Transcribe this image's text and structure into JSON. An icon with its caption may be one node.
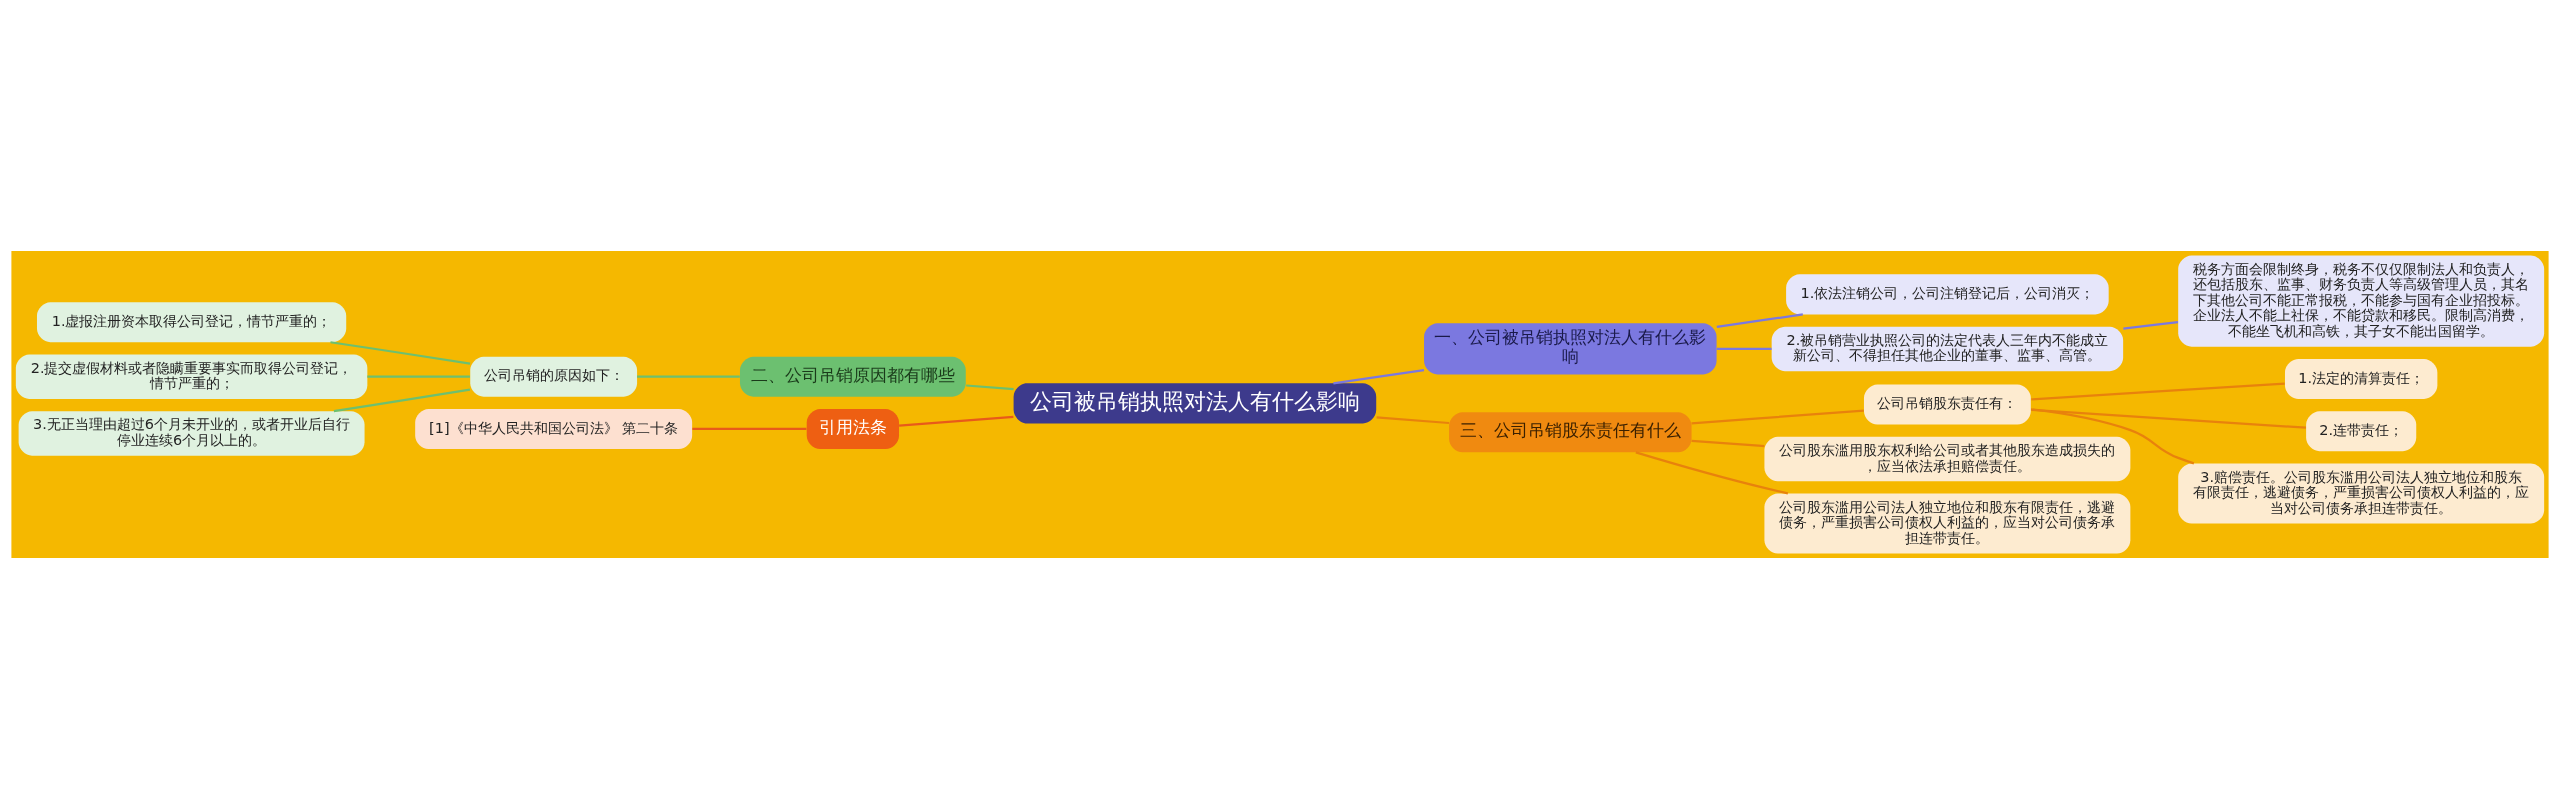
{
  "diagram": {
    "nodes": [
      {
        "text": [
          "公司被吊销执照对法人有什么影响"
        ]
      },
      {
        "text": [
          "一、公司被吊销执照对法人有什么影响"
        ]
      },
      {
        "text": [
          "1.依法注销公司，公司注销登记后，公司消灭；"
        ]
      },
      {
        "text": [
          "2.被吊销营业执照公司的法定代表人三年内不能成立新公司、不得担任其他企业的董事、监事、高管。"
        ]
      },
      {
        "text": [
          "税务方面会限制终身，税务不仅仅限制法人和负责人，还包括股东、监事、财务负责人等高级管理人员，其名下其他公司不能正常报税，不能参与国有企业招投标。企业法人不能上社保，不能贷款和移民。限制高消费，不能坐飞机和高铁，其子女不能出国留学。"
        ]
      },
      {
        "text": [
          "二、公司吊销原因都有哪些"
        ]
      },
      {
        "text": [
          "公司吊销的原因如下："
        ]
      },
      {
        "text": [
          "1.虚报注册资本取得公司登记，情节严重的；"
        ]
      },
      {
        "text": [
          "2.提交虚假材料或者隐瞒重要事实而取得公司登记，情节严重的；"
        ]
      },
      {
        "text": [
          "3.无正当理由超过6个月未开业的，或者开业后自行停业连续6个月以上的。"
        ]
      },
      {
        "text": [
          "引用法条"
        ]
      },
      {
        "text": [
          "[1]《中华人民共和国公司法》 第二十条"
        ]
      },
      {
        "text": [
          "三、公司吊销股东责任有什么"
        ]
      },
      {
        "text": [
          "公司吊销股东责任有："
        ]
      },
      {
        "text": [
          "1.法定的清算责任；"
        ]
      },
      {
        "text": [
          "2.连带责任；"
        ]
      },
      {
        "text": [
          "3.赔偿责任。公司股东滥用公司法人独立地位和股东有限责任，逃避债务，严重损害公司债权人利益的，应当对公司债务承担连带责任。"
        ]
      },
      {
        "text": [
          "公司股东滥用股东权利给公司或者其他股东造成损失的，应当依法承担赔偿责任。"
        ]
      },
      {
        "text": [
          "公司股东滥用公司法人独立地位和股东有限责任，逃避债务，严重损害公司债权人利益的，应当对公司债务承担连带责任。"
        ]
      }
    ],
    "edges": [
      {
        "from": 0,
        "to": 1,
        "arrow": "none",
        "color": "#7b78e0"
      },
      {
        "from": 1,
        "to": 2,
        "arrow": "none",
        "color": "#7b78e0"
      },
      {
        "from": 1,
        "to": 3,
        "arrow": "none",
        "color": "#7b78e0"
      },
      {
        "from": 3,
        "to": 4,
        "arrow": "none",
        "color": "#7b78e0"
      },
      {
        "from": 0,
        "to": 5,
        "arrow": "none",
        "color": "#6cc070"
      },
      {
        "from": 5,
        "to": 6,
        "arrow": "none",
        "color": "#6cc070"
      },
      {
        "from": 6,
        "to": 7,
        "arrow": "none",
        "color": "#6cc070"
      },
      {
        "from": 6,
        "to": 8,
        "arrow": "none",
        "color": "#6cc070"
      },
      {
        "from": 6,
        "to": 9,
        "arrow": "none",
        "color": "#6cc070"
      },
      {
        "from": 0,
        "to": 10,
        "arrow": "none",
        "color": "#e85a1a"
      },
      {
        "from": 10,
        "to": 11,
        "arrow": "none",
        "color": "#e85a1a"
      },
      {
        "from": 0,
        "to": 12,
        "arrow": "none",
        "color": "#e8820c"
      },
      {
        "from": 12,
        "to": 13,
        "arrow": "none",
        "color": "#e8820c"
      },
      {
        "from": 13,
        "to": 14,
        "arrow": "none",
        "color": "#e8820c"
      },
      {
        "from": 13,
        "to": 15,
        "arrow": "none",
        "color": "#e8820c"
      },
      {
        "from": 13,
        "to": 16,
        "arrow": "none",
        "color": "#e8820c"
      },
      {
        "from": 12,
        "to": 17,
        "arrow": "none",
        "color": "#e8820c"
      },
      {
        "from": 12,
        "to": 18,
        "arrow": "none",
        "color": "#e8820c"
      }
    ]
  }
}
